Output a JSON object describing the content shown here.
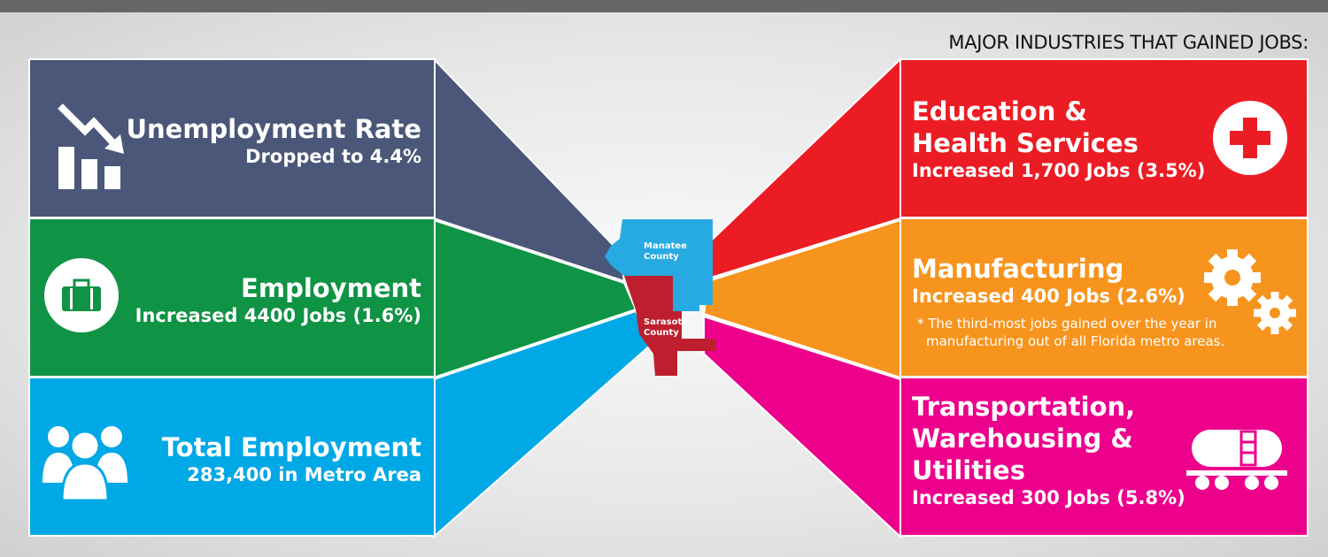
{
  "heading": "MAJOR INDUSTRIES THAT GAINED JOBS:",
  "colors": {
    "unemployment": "#4a5778",
    "employment": "#0f9345",
    "total": "#00a8e6",
    "education": "#ec1c24",
    "manufacturing": "#f7941d",
    "transportation": "#ec008c"
  },
  "left": [
    {
      "title": "Unemployment Rate",
      "detail": "Dropped to 4.4%",
      "icon": "chart-down-icon"
    },
    {
      "title": "Employment",
      "detail": "Increased 4400 Jobs (1.6%)",
      "icon": "briefcase-icon"
    },
    {
      "title": "Total Employment",
      "detail": "283,400 in Metro Area",
      "icon": "people-icon"
    }
  ],
  "right": [
    {
      "title_line1": "Education &",
      "title_line2": "Health Services",
      "detail": "Increased 1,700 Jobs (3.5%)",
      "icon": "medical-cross-icon"
    },
    {
      "title": "Manufacturing",
      "detail": "Increased 400 Jobs (2.6%)",
      "note_line1": "* The third-most jobs gained over the year in",
      "note_line2": "manufacturing out of all Florida metro areas.",
      "icon": "gears-icon"
    },
    {
      "title_line1": "Transportation,",
      "title_line2": "Warehousing &",
      "title_line3": "Utilities",
      "detail": "Increased 300 Jobs (5.8%)",
      "icon": "tanker-icon"
    }
  ],
  "map": {
    "manatee_line1": "Manatee",
    "manatee_line2": "County",
    "sarasota_line1": "Sarasota",
    "sarasota_line2": "County"
  }
}
